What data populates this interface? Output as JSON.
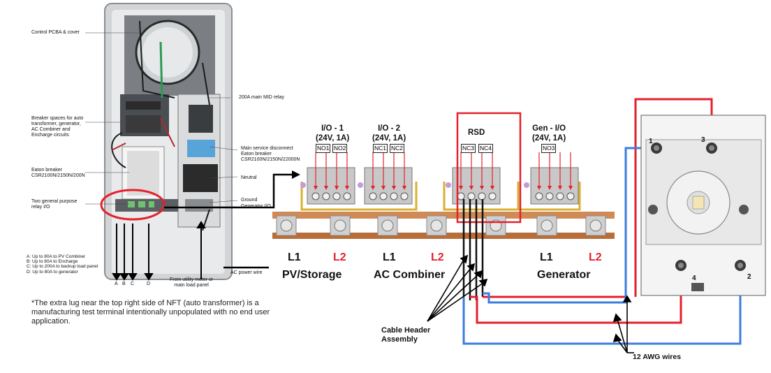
{
  "panel_labels": {
    "control_pcba": "Control PCBA & cover",
    "main_relay": "200A main MID relay",
    "breaker_spaces": [
      "Breaker spaces for auto",
      "transformer, generator,",
      "AC Combiner and",
      "Encharge circuits"
    ],
    "service_disconnect": [
      "Main service disconnect",
      "Eaton breaker",
      "CSR2100N/2150N/22000N"
    ],
    "eaton_breaker": [
      "Eaton breaker",
      "CSR2100N/2150N/200N"
    ],
    "neutral": "Neutral",
    "relay_io": [
      "Two general purpose",
      "relay I/O"
    ],
    "ground": "Ground",
    "generator_io": "Generator I/O",
    "utility": [
      "From utility meter or",
      "main load panel"
    ],
    "ac_power_wire": "AC power wire"
  },
  "legend": [
    "A: Up to 80A to PV Combiner",
    "B: Up to 80A to Encharge",
    "C: Up to 200A to backup load panel",
    "D: Up to 80A to generator"
  ],
  "lug_letters": [
    "A",
    "B",
    "C",
    "D"
  ],
  "footnote": "*The extra lug near the top right side of NFT (auto transformer) is a manufacturing test terminal intentionally unpopulated with no end user application.",
  "terminal_groups": [
    {
      "title": [
        "I/O - 1",
        "(24V, 1A)"
      ],
      "terminals": [
        "NO1",
        "NO2"
      ]
    },
    {
      "title": [
        "I/O - 2",
        "(24V, 1A)"
      ],
      "terminals": [
        "NC1",
        "NC2"
      ]
    },
    {
      "title": [
        "RSD"
      ],
      "terminals": [
        "NC3",
        "NC4"
      ]
    },
    {
      "title": [
        "Gen - I/O",
        "(24V, 1A)"
      ],
      "terminals": [
        "NO3"
      ]
    }
  ],
  "bus_labels": [
    {
      "l1": "L1",
      "l2": "L2",
      "name": "PV/Storage"
    },
    {
      "l1": "L1",
      "l2": "L2",
      "name": "AC Combiner"
    },
    {
      "l1": "L1",
      "l2": "L2",
      "name": "Generator"
    }
  ],
  "cable_header": [
    "Cable Header",
    "Assembly"
  ],
  "awg_label": "12 AWG wires",
  "switch_terminal_numbers": [
    "1",
    "3",
    "4",
    "2"
  ],
  "colors": {
    "highlight_red": "#e5202c",
    "wire_red": "#e5202c",
    "wire_blue": "#3b7ddd",
    "busbar_copper": "#c27a45",
    "terminal_gray": "#c8c8c8",
    "rail_yellow": "#d9b030"
  }
}
